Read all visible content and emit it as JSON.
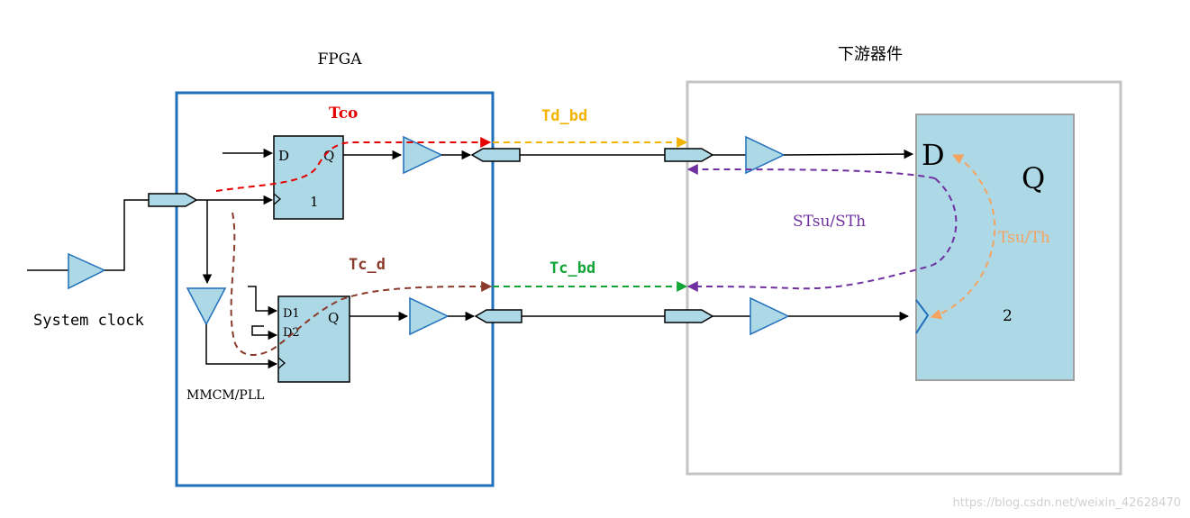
{
  "blocks": {
    "fpga_label": "FPGA",
    "downstream_label": "下游器件"
  },
  "clock": {
    "system_clock_label": "System clock",
    "pll_label": "MMCM/PLL"
  },
  "flipflops": {
    "ff1": {
      "d": "D",
      "q": "Q",
      "index": "1"
    },
    "ff2": {
      "d1": "D1",
      "d2": "D2",
      "q": "Q"
    },
    "downstream": {
      "d": "D",
      "q": "Q",
      "index": "2"
    }
  },
  "timing": {
    "tco": "Tco",
    "td_bd": "Td_bd",
    "tc_d": "Tc_d",
    "tc_bd": "Tc_bd",
    "stsu_sth": "STsu/STh",
    "tsu_th": "Tsu/Th"
  },
  "colors": {
    "fpga_border": "#1f6fba",
    "downstream_border": "#c4c4c4",
    "component_fill": "#add8e6",
    "tco": "#e60000",
    "td_bd": "#f2b300",
    "tc_d": "#8b3a2b",
    "tc_bd": "#13a538",
    "stsu_sth": "#7030a0",
    "tsu_th": "#f4a460"
  },
  "watermark": "https://blog.csdn.net/weixin_42628470"
}
